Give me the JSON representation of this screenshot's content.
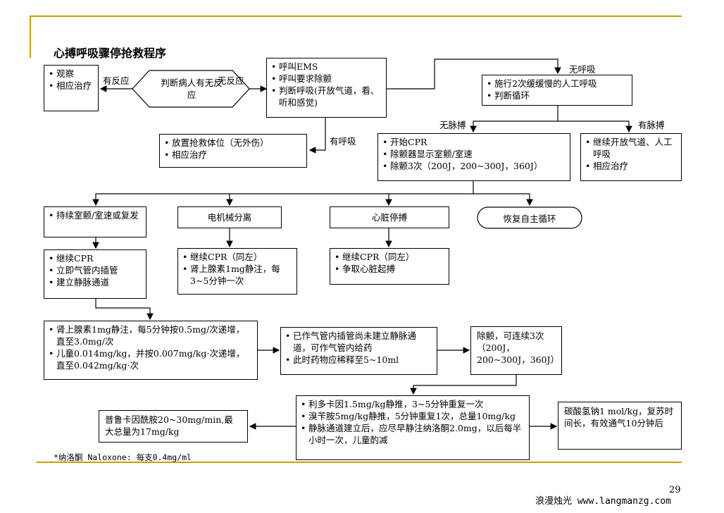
{
  "page_title": "心搏呼吸骤停抢救程序",
  "page_number": "29",
  "footnote": "*纳洛酮 Naloxone: 每支0.4mg/ml",
  "watermark": "浪漫烛光 www.langmanzg.com",
  "accent_color": "#c8a000",
  "edge_labels": {
    "has_response": "有反应",
    "no_response": "无反应",
    "no_breathing": "无呼吸",
    "has_breathing": "有呼吸",
    "no_pulse": "无脉搏",
    "has_pulse": "有脉搏"
  },
  "nodes": {
    "observe": [
      "观察",
      "相应治疗"
    ],
    "judge": "判断病人有无反应",
    "ems": [
      "呼叫EMS",
      "呼叫要求除颤",
      "判断呼吸(开放气道，看、听和感觉)"
    ],
    "recovery_pos": [
      "放置抢救体位（无外伤）",
      "相应治疗"
    ],
    "rescue_breath": [
      "施行2次缓缓慢的人工呼吸",
      "判断循环"
    ],
    "start_cpr": [
      "开始CPR",
      "除颤器显示室颤/室速",
      "除颤3次（200J，200~300J，360J）"
    ],
    "continue_airway": [
      "继续开放气道、人工呼吸",
      "相应治疗"
    ],
    "persistent_vf": "持续室颤/室速或复发",
    "emd": "电机械分离",
    "asystole": "心脏停搏",
    "rosc": "恢复自主循环",
    "vf_actions": [
      "继续CPR",
      "立即气管内插管",
      "建立静脉通道"
    ],
    "emd_actions": [
      "继续CPR（同左）",
      "肾上腺素1mg静注，每3~5分钟一次"
    ],
    "asys_actions": [
      "继续CPR（同左）",
      "争取心脏起搏"
    ],
    "epi": [
      "肾上腺素1mg静注，每5分钟按0.5mg/次递增，直至3.0mg/次",
      "儿童0.014mg/kg，并按0.007mg/kg·次递增，直至0.042mg/kg·次"
    ],
    "et_route": [
      "已作气管内插管尚未建立静脉通道，可作气管内给药",
      "此时药物应稀释至5~10ml"
    ],
    "defib": "除颤，可连续3次（200J，200~300J，360J）",
    "antiarrhythmic": [
      "利多卡因1.5mg/kg静推，3~5分钟重复一次",
      "溴苄胺5mg/kg静推，5分钟重复1次，总量10mg/kg",
      "静脉通道建立后，应尽早静注纳洛酮2.0mg，以后每半小时一次，儿童酌减"
    ],
    "procainamide": "普鲁卡因酰胺20~30mg/min,最大总量为17mg/kg",
    "bicarb": "碳酸氢钠1 mol/kg，复苏时间长，有效通气10分钟后"
  }
}
